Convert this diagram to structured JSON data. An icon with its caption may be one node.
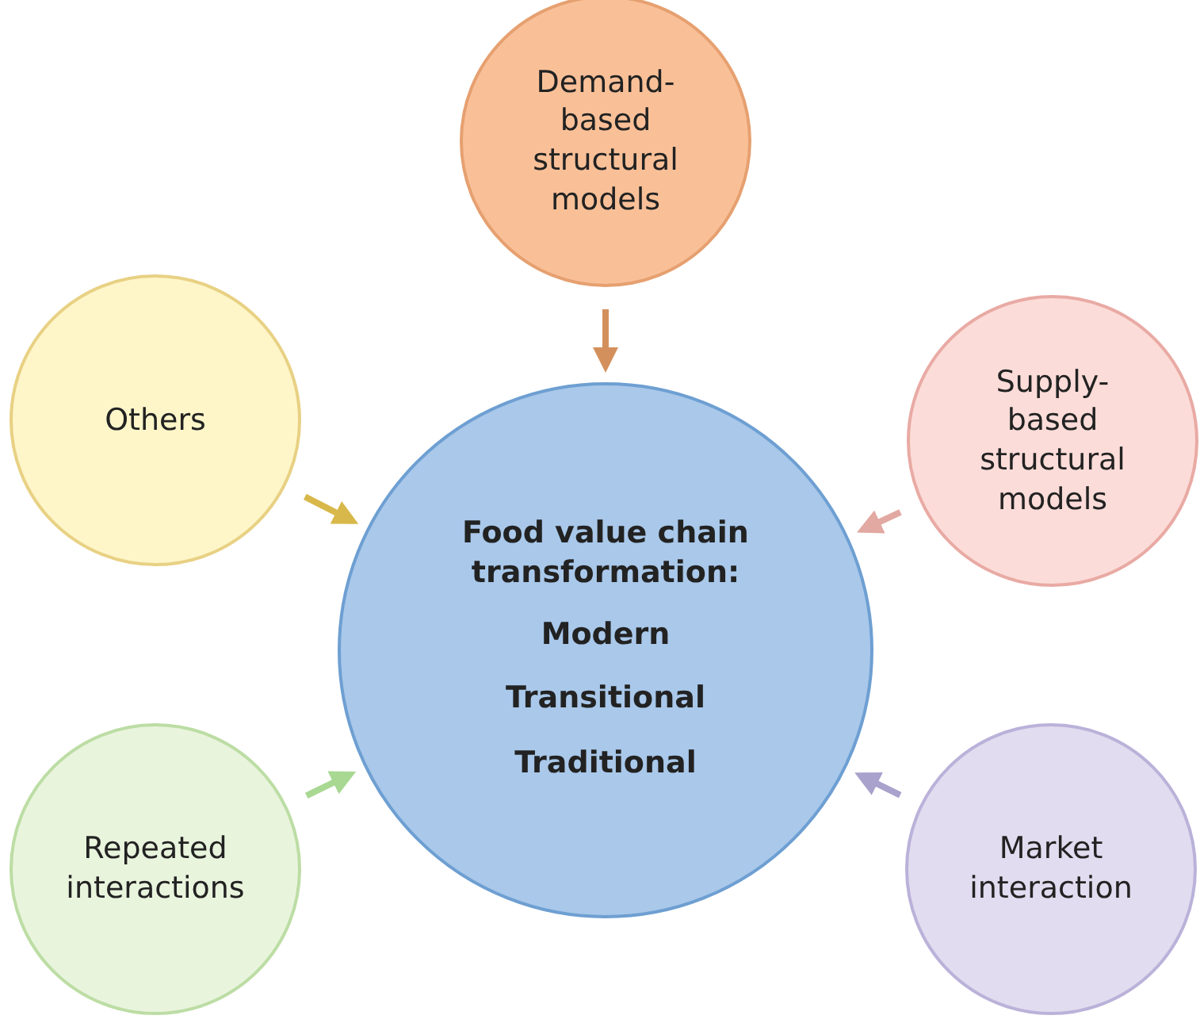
{
  "diagram": {
    "nodes": [
      {
        "text": [
          "Demand-based structural models"
        ]
      },
      {
        "text": [
          "Others"
        ]
      },
      {
        "text": [
          "Supply-based structural models"
        ]
      },
      {
        "text": [
          "Food value chain transformation:",
          "Modern",
          "Transitional",
          "Traditional"
        ]
      },
      {
        "text": [
          "Repeated interactions"
        ]
      },
      {
        "text": [
          "Market interaction"
        ]
      }
    ],
    "edges": [
      {
        "from": 0,
        "to": 3,
        "arrow": "to",
        "color": "#d4905c"
      },
      {
        "from": 1,
        "to": 3,
        "arrow": "to",
        "color": "#d8b84a"
      },
      {
        "from": 2,
        "to": 3,
        "arrow": "to",
        "color": "#e2a8a2"
      },
      {
        "from": 4,
        "to": 3,
        "arrow": "to",
        "color": "#a8d892"
      },
      {
        "from": 5,
        "to": 3,
        "arrow": "to",
        "color": "#a8a2cc"
      }
    ]
  }
}
